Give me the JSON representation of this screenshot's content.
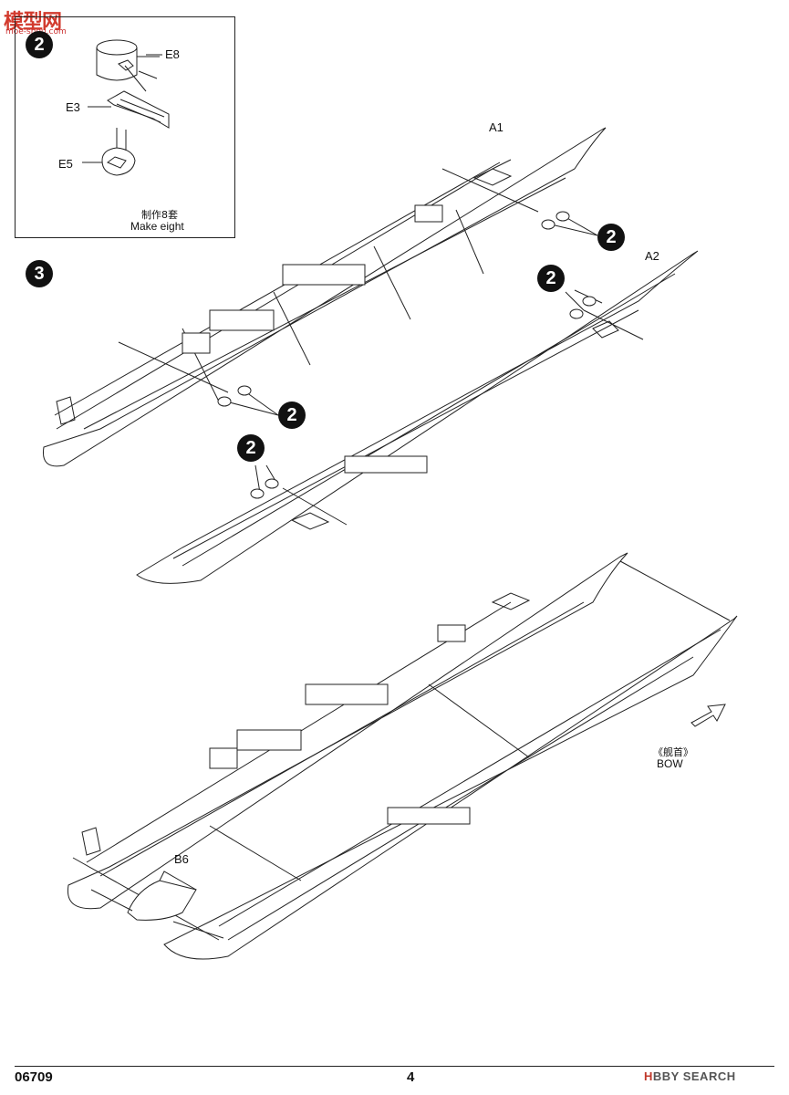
{
  "watermark": {
    "cn": "模型网",
    "sub": "moe-shou.com"
  },
  "inset": {
    "step": "2",
    "parts": {
      "e8": "E8",
      "e3": "E3",
      "e5": "E5"
    },
    "caption_cn": "制作8套",
    "caption_en": "Make eight"
  },
  "main_step": "3",
  "callout_step": "2",
  "hull_labels": {
    "a1": "A1",
    "a2": "A2",
    "b6": "B6"
  },
  "bow": {
    "cn": "《舰首》",
    "en": "BOW"
  },
  "footer": {
    "code": "06709",
    "page": "4",
    "mark_prefix": "H",
    "mark_rest": "BBY SEARCH"
  }
}
